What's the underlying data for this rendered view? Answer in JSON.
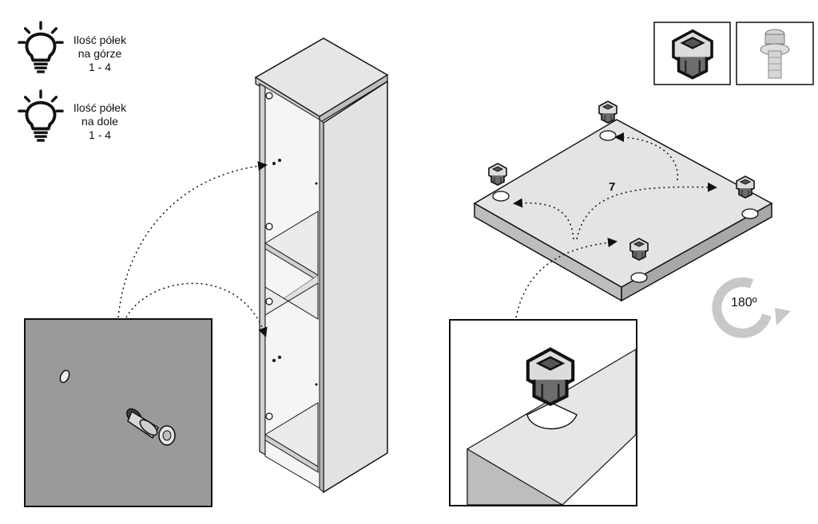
{
  "tips": {
    "top": {
      "line1": "Ilość półek",
      "line2": "na górze",
      "range": "1 - 4",
      "icon": "lightbulb-icon"
    },
    "bottom": {
      "line1": "Ilość półek",
      "line2": "na dole",
      "range": "1 - 4",
      "icon": "lightbulb-icon"
    }
  },
  "step": {
    "quantity": "7"
  },
  "rotation": {
    "label": "180º",
    "icon": "rotate-arrow-icon"
  },
  "hardware": [
    {
      "icon": "shelf-connector-icon"
    },
    {
      "icon": "shelf-pin-icon"
    }
  ],
  "colors": {
    "panel_fill": "#e4e4e4",
    "panel_edge": "#bdbdbd",
    "outline": "#1a1a1a",
    "detail_bg": "#9a9a9a",
    "rotate_arrow": "#c8c8c8"
  }
}
